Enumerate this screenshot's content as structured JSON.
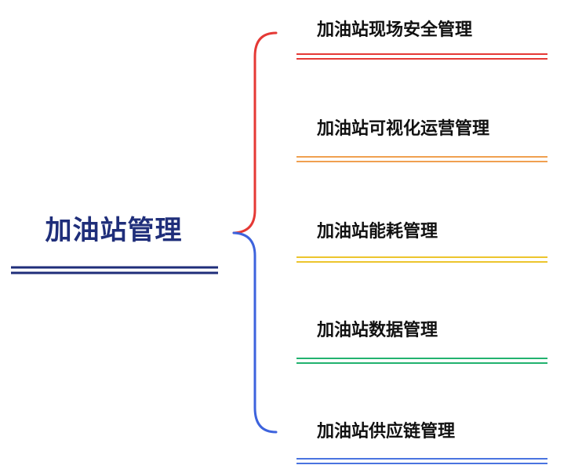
{
  "root": {
    "label": "加油站管理",
    "color": "#1f2e7a"
  },
  "brace": {
    "upper_color": "#e53935",
    "lower_color": "#3d63dd"
  },
  "branches": [
    {
      "label": "加油站现场安全管理",
      "underline_color": "#e53935"
    },
    {
      "label": "加油站可视化运营管理",
      "underline_color": "#f0a050"
    },
    {
      "label": "加油站能耗管理",
      "underline_color": "#ecc52d"
    },
    {
      "label": "加油站数据管理",
      "underline_color": "#22b26f"
    },
    {
      "label": "加油站供应链管理",
      "underline_color": "#4a74e0"
    }
  ]
}
